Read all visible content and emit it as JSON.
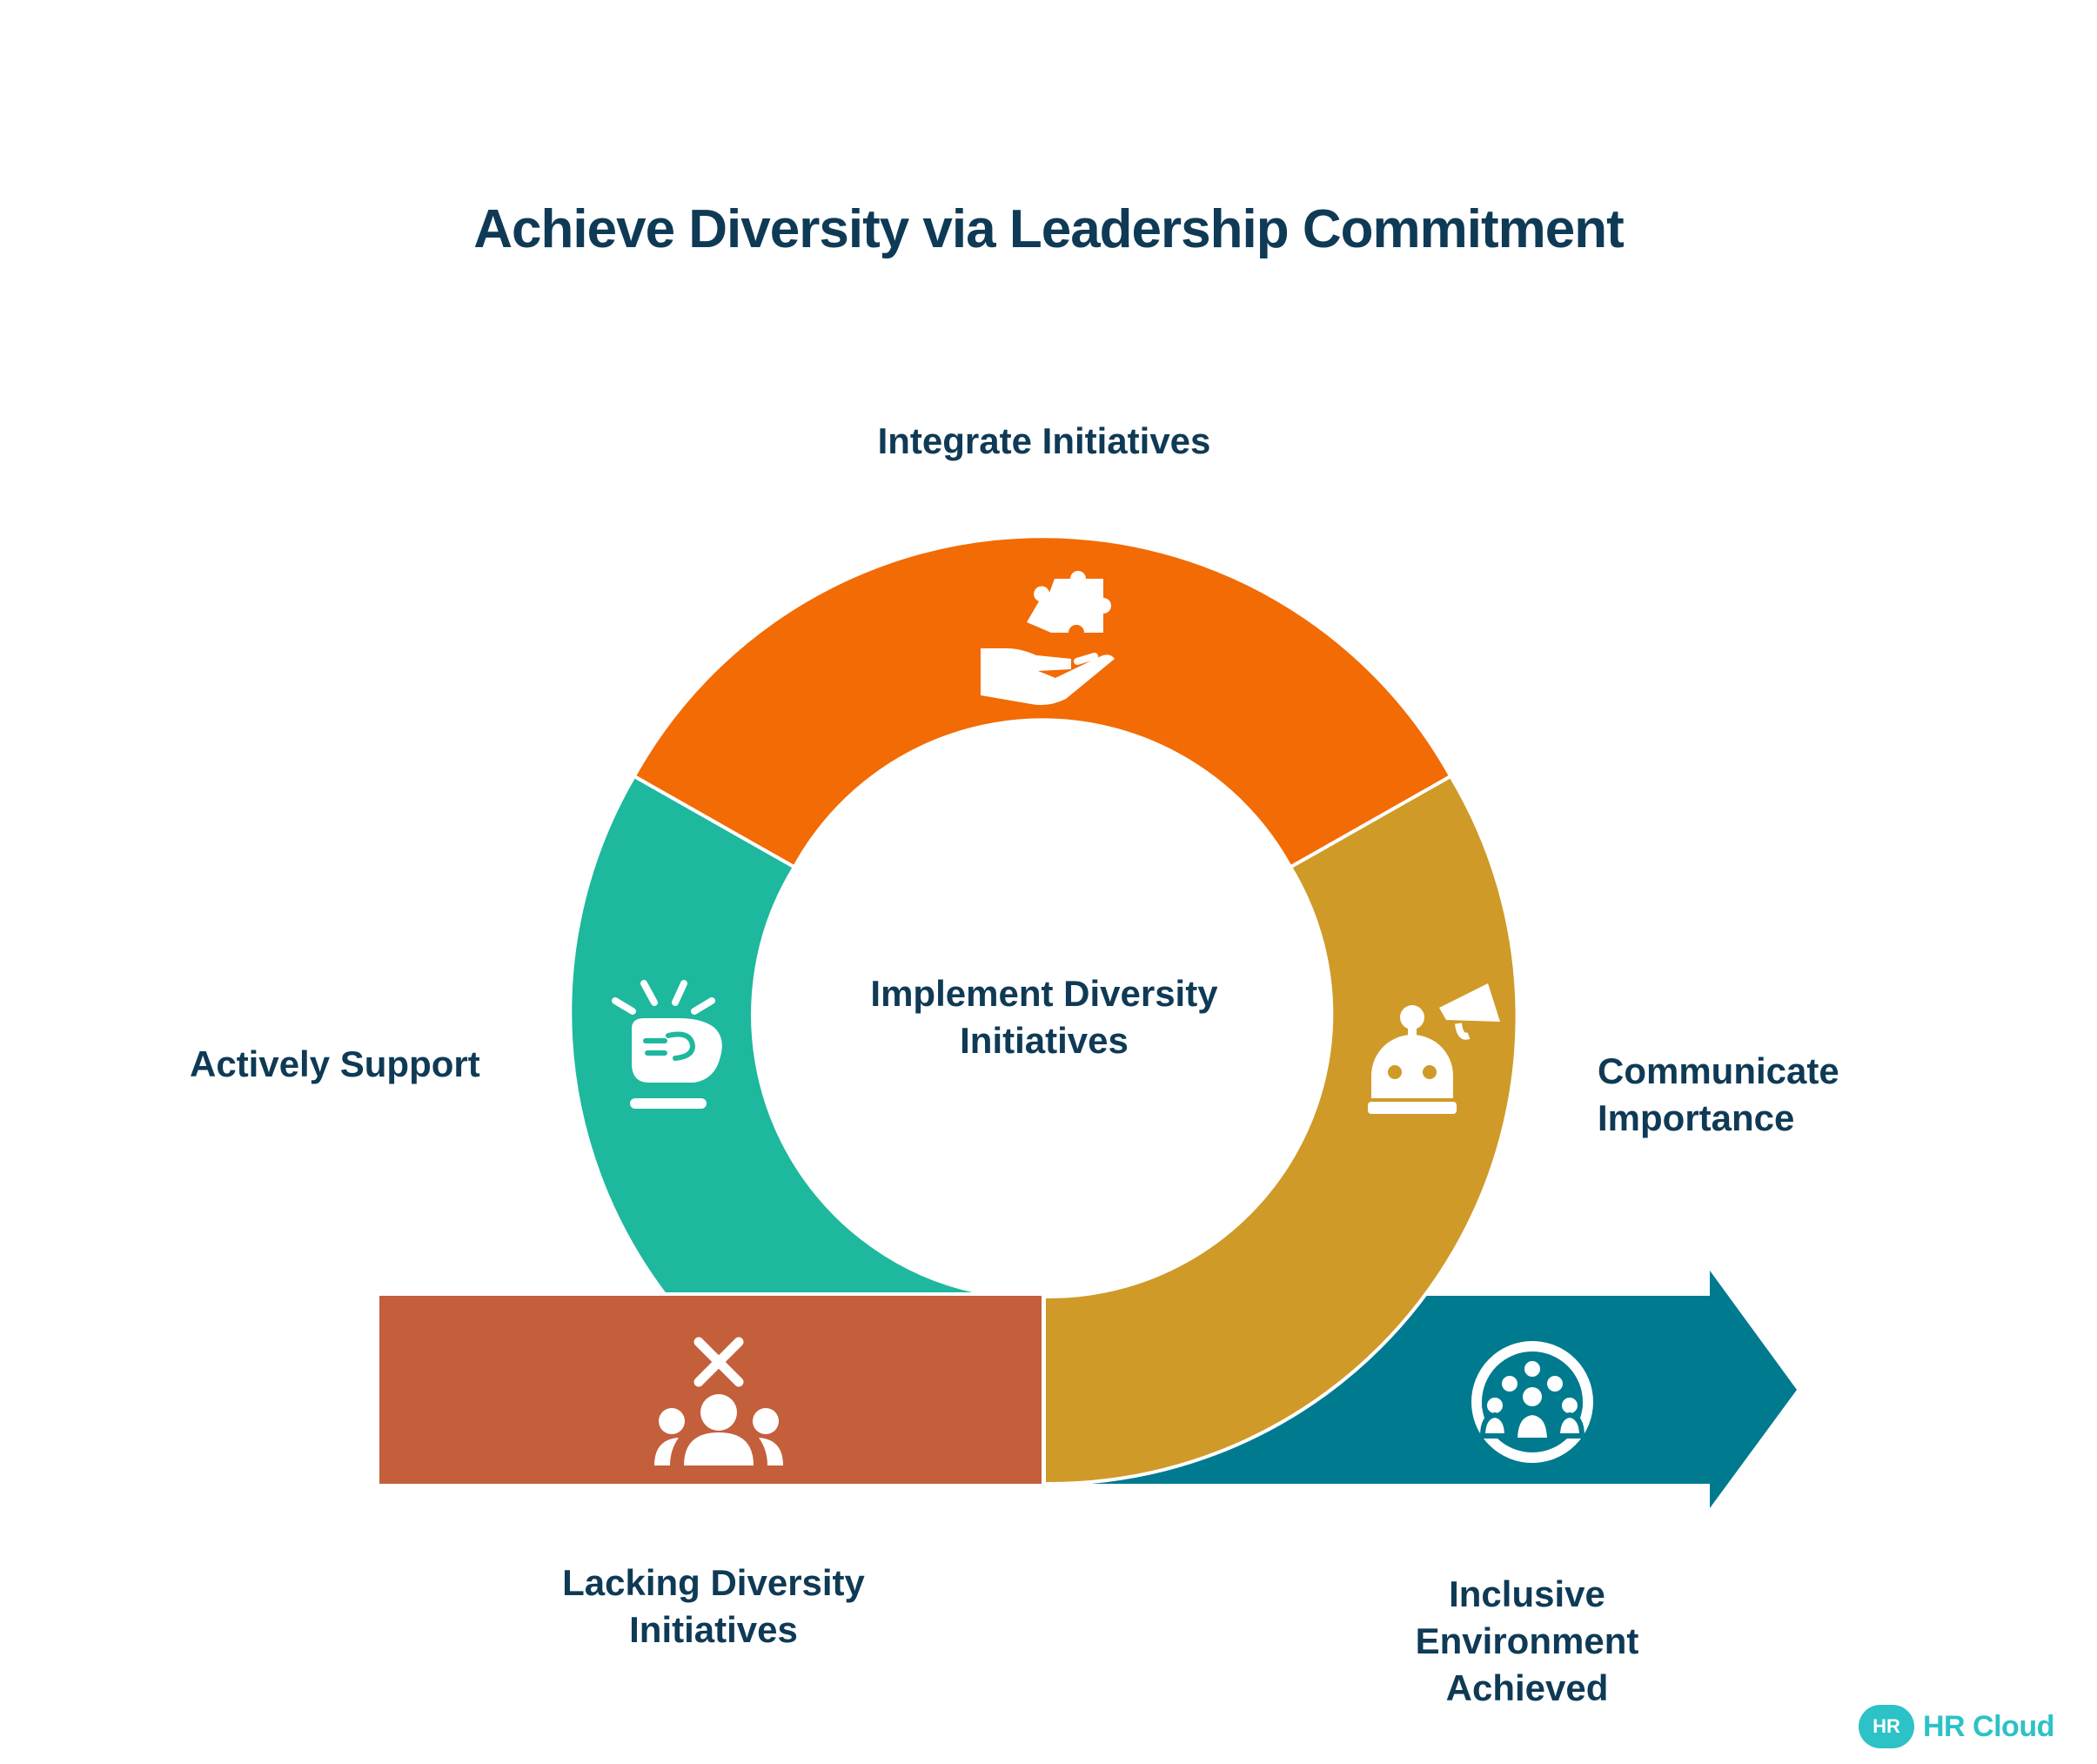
{
  "title": "Achieve Diversity via Leadership Commitment",
  "center_label": "Implement Diversity Initiatives",
  "stages": {
    "integrate": {
      "label": "Integrate Initiatives",
      "icon": "puzzle-hand-icon",
      "color": "#f26b05"
    },
    "support": {
      "label": "Actively Support",
      "icon": "fist-bump-icon",
      "color": "#1db89e"
    },
    "communicate": {
      "label": "Communicate Importance",
      "icon": "megaphone-bot-icon",
      "color": "#cf9a28"
    },
    "lacking": {
      "label": "Lacking Diversity Initiatives",
      "icon": "people-cross-icon",
      "color": "#c45f3b"
    },
    "inclusive": {
      "label": "Inclusive Environment Achieved",
      "icon": "inclusive-group-icon",
      "color": "#007a8f"
    }
  },
  "brand": {
    "badge": "HR",
    "name": "HR Cloud",
    "color": "#2cc2c6"
  }
}
